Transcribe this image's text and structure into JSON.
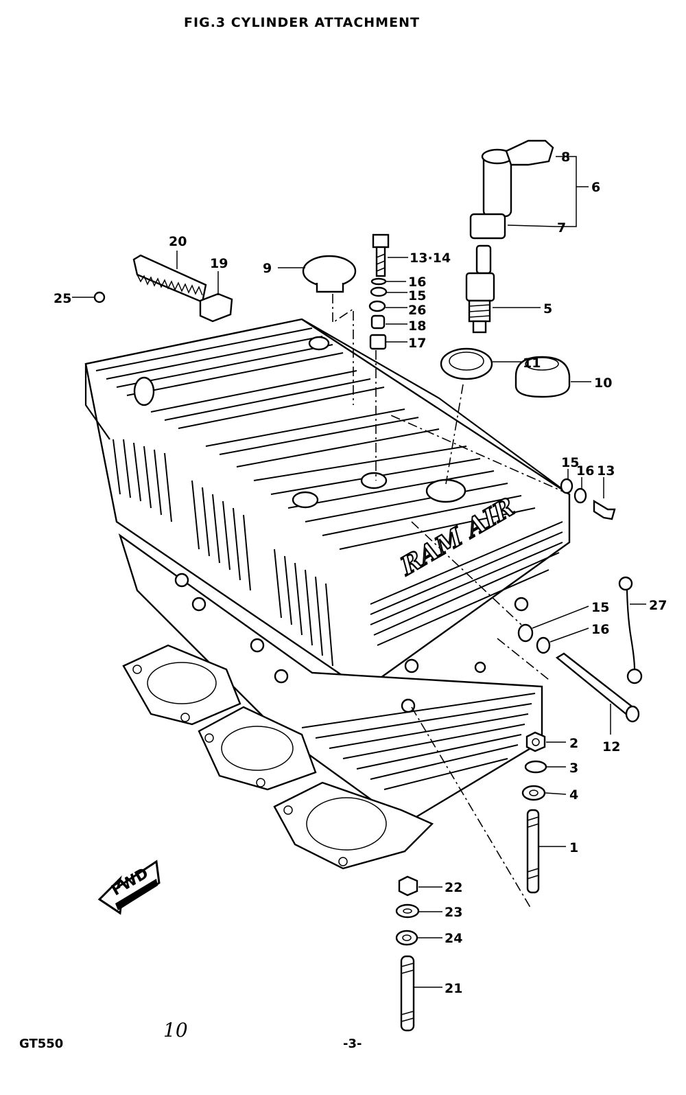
{
  "figure": {
    "title": "FIG.3  CYLINDER ATTACHMENT"
  },
  "footer": {
    "model": "GT550",
    "page_number": "-3-",
    "handwritten_note": "10"
  },
  "direction_indicator": {
    "text": "FWD"
  },
  "engine_logo": {
    "text": "RAM AIR"
  },
  "callouts": {
    "c1": "1",
    "c2": "2",
    "c3": "3",
    "c4": "4",
    "c5": "5",
    "c6": "6",
    "c7": "7",
    "c8": "8",
    "c9": "9",
    "c10": "10",
    "c11": "11",
    "c12": "12",
    "c13": "13",
    "c13_14": "13·14",
    "c15a": "15",
    "c15b": "15",
    "c15c": "15",
    "c16a": "16",
    "c16b": "16",
    "c16c": "16",
    "c17": "17",
    "c18": "18",
    "c19": "19",
    "c20": "20",
    "c21": "21",
    "c22": "22",
    "c23": "23",
    "c24": "24",
    "c25": "25",
    "c26": "26",
    "c27": "27"
  }
}
